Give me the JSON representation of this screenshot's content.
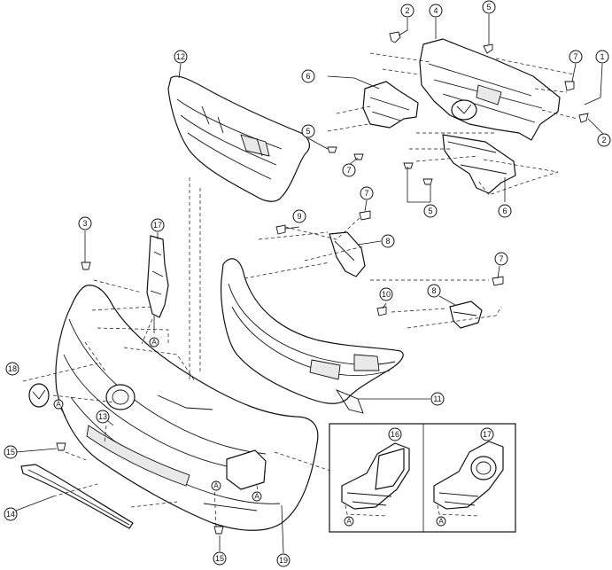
{
  "callouts": [
    {
      "id": "c1",
      "label": "1"
    },
    {
      "id": "c2a",
      "label": "2"
    },
    {
      "id": "c2b",
      "label": "2"
    },
    {
      "id": "c3",
      "label": "3"
    },
    {
      "id": "c4",
      "label": "4"
    },
    {
      "id": "c5a",
      "label": "5"
    },
    {
      "id": "c5b",
      "label": "5"
    },
    {
      "id": "c5c",
      "label": "5"
    },
    {
      "id": "c6a",
      "label": "6"
    },
    {
      "id": "c6b",
      "label": "6"
    },
    {
      "id": "c7a",
      "label": "7"
    },
    {
      "id": "c7b",
      "label": "7"
    },
    {
      "id": "c7c",
      "label": "7"
    },
    {
      "id": "c7d",
      "label": "7"
    },
    {
      "id": "c8a",
      "label": "8"
    },
    {
      "id": "c8b",
      "label": "8"
    },
    {
      "id": "c9",
      "label": "9"
    },
    {
      "id": "c10",
      "label": "10"
    },
    {
      "id": "c11",
      "label": "11"
    },
    {
      "id": "c12",
      "label": "12"
    },
    {
      "id": "c13",
      "label": "13"
    },
    {
      "id": "c14",
      "label": "14"
    },
    {
      "id": "c15a",
      "label": "15"
    },
    {
      "id": "c15b",
      "label": "15"
    },
    {
      "id": "c16",
      "label": "16"
    },
    {
      "id": "c17a",
      "label": "17"
    },
    {
      "id": "c17b",
      "label": "17"
    },
    {
      "id": "c18",
      "label": "18"
    },
    {
      "id": "c19",
      "label": "19"
    }
  ],
  "references": [
    {
      "id": "rA1",
      "label": "A"
    },
    {
      "id": "rA2",
      "label": "A"
    },
    {
      "id": "rA3",
      "label": "A"
    },
    {
      "id": "rA4",
      "label": "A"
    },
    {
      "id": "rA5",
      "label": "A"
    },
    {
      "id": "rA6",
      "label": "A"
    }
  ]
}
